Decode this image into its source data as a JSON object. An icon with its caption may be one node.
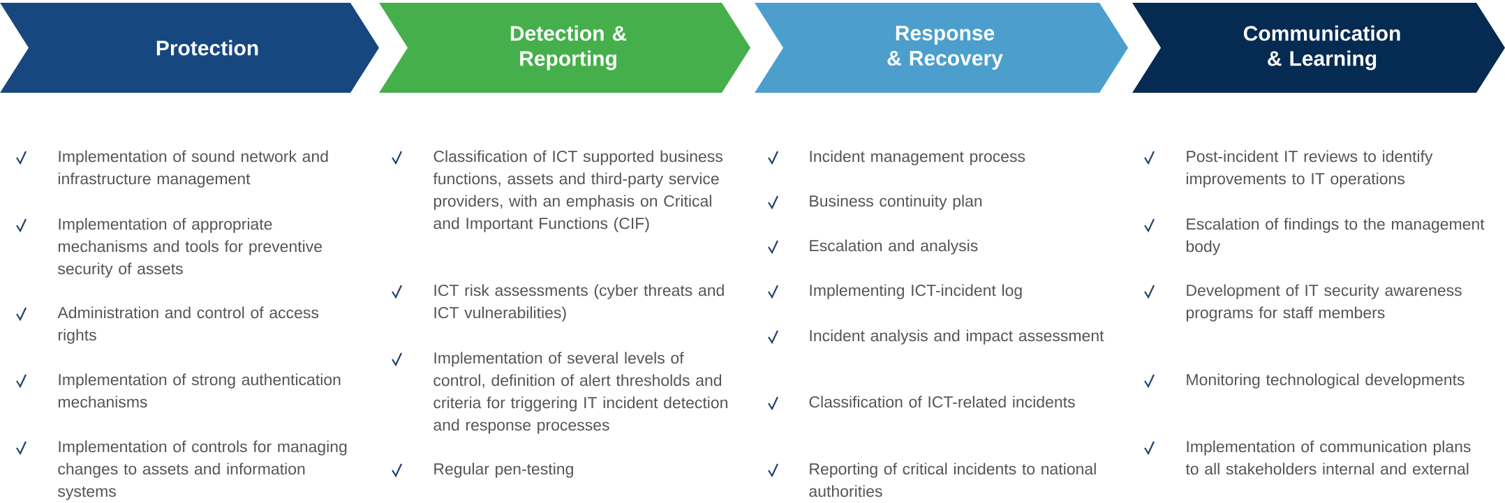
{
  "diagram": {
    "nodes": [
      {
        "text": [
          "Protection"
        ]
      },
      {
        "text": [
          "Detection & Reporting"
        ]
      },
      {
        "text": [
          "Response & Recovery"
        ]
      },
      {
        "text": [
          "Communication & Learning"
        ]
      }
    ],
    "labels": [
      "Implementation of sound network and infrastructure management",
      "Implementation of appropriate mechanisms and tools for preventive security of assets",
      "Administration and control of access rights",
      "Implementation of strong authentication mechanisms",
      "Implementation of controls for managing changes to assets and information systems",
      "Classification of ICT supported business functions, assets and third-party service providers, with an emphasis on Critical and Important Functions (CIF)",
      "ICT risk assessments (cyber threats and ICT vulnerabilities)",
      "Implementation of several levels of control, definition of alert thresholds and criteria for triggering IT incident detection and response processes",
      "Regular pen-testing",
      "Incident management process",
      "Business continuity plan",
      "Escalation and analysis",
      "Implementing ICT-incident log",
      "Incident analysis and impact assessment",
      "Classification of ICT-related incidents",
      "Reporting of critical incidents to national authorities",
      "Post-incident IT reviews to identify improvements to IT operations",
      "Escalation of findings to the management body",
      "Development of IT security awareness programs for staff members",
      "Monitoring technological developments",
      "Implementation of communication plans to all stakeholders internal and external"
    ]
  }
}
